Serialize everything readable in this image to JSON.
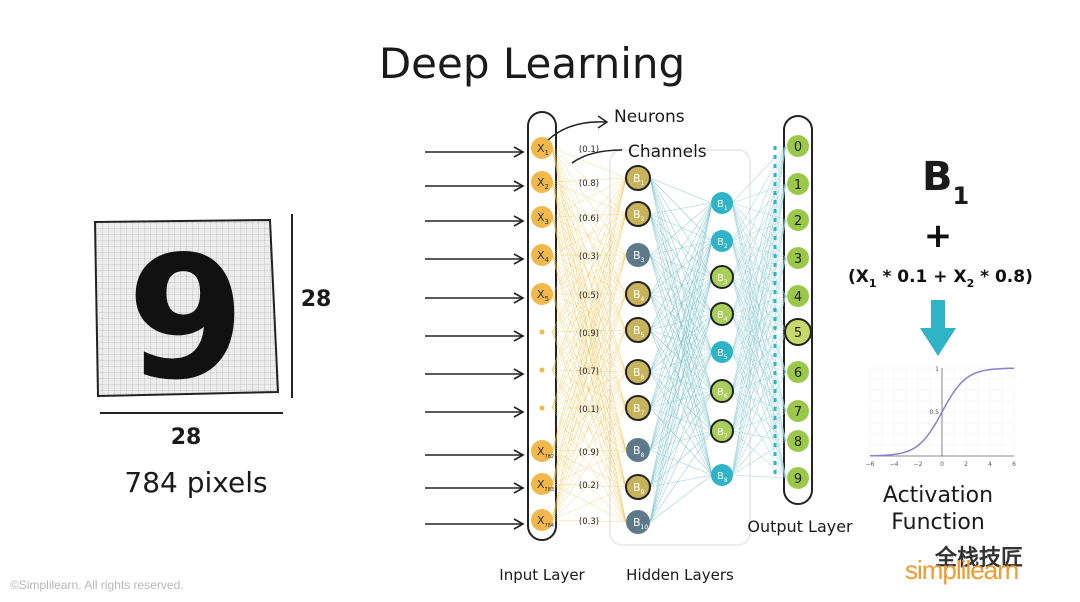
{
  "title": "Deep Learning",
  "digit_panel": {
    "digit": "9",
    "height_label": "28",
    "width_label": "28",
    "pixels_label": "784 pixels"
  },
  "annotations": {
    "neurons": "Neurons",
    "channels": "Channels"
  },
  "input_layer": {
    "label": "Input Layer",
    "nodes": [
      {
        "name": "X",
        "sub": "1"
      },
      {
        "name": "X",
        "sub": "2"
      },
      {
        "name": "X",
        "sub": "3"
      },
      {
        "name": "X",
        "sub": "4"
      },
      {
        "name": "X",
        "sub": "5"
      },
      {
        "name": "",
        "sub": ""
      },
      {
        "name": "",
        "sub": ""
      },
      {
        "name": "",
        "sub": ""
      },
      {
        "name": "X",
        "sub": "782"
      },
      {
        "name": "X",
        "sub": "783"
      },
      {
        "name": "X",
        "sub": "784"
      }
    ],
    "weights": [
      "(0.1)",
      "(0.8)",
      "(0.6)",
      "(0.3)",
      "(0.5)",
      "(0.9)",
      "(0.7)",
      "(0.1)",
      "(0.9)",
      "(0.2)",
      "(0.3)"
    ]
  },
  "hidden_layer_1": {
    "nodes": [
      {
        "sub": "1",
        "style": "olive"
      },
      {
        "sub": "2",
        "style": "olive"
      },
      {
        "sub": "3",
        "style": "slate"
      },
      {
        "sub": "4",
        "style": "olive"
      },
      {
        "sub": "5",
        "style": "olive"
      },
      {
        "sub": "6",
        "style": "olive"
      },
      {
        "sub": "7",
        "style": "olive"
      },
      {
        "sub": "8",
        "style": "slate"
      },
      {
        "sub": "9",
        "style": "olive"
      },
      {
        "sub": "10",
        "style": "slate"
      }
    ]
  },
  "hidden_layer_2": {
    "nodes": [
      {
        "sub": "1",
        "style": "teal"
      },
      {
        "sub": "2",
        "style": "teal"
      },
      {
        "sub": "3",
        "style": "green"
      },
      {
        "sub": "4",
        "style": "green"
      },
      {
        "sub": "5",
        "style": "teal"
      },
      {
        "sub": "6",
        "style": "green"
      },
      {
        "sub": "7",
        "style": "green"
      },
      {
        "sub": "8",
        "style": "teal"
      }
    ]
  },
  "hidden_label": "Hidden Layers",
  "output_layer": {
    "label": "Output Layer",
    "nodes": [
      "0",
      "1",
      "2",
      "3",
      "4",
      "5",
      "6",
      "7",
      "8",
      "9"
    ],
    "highlighted": "5"
  },
  "formula": {
    "node": "B",
    "node_sub": "1",
    "plus": "+",
    "open": "(X",
    "sub1": "1",
    "mid1": " * 0.1  + X",
    "sub2": "2",
    "end": " * 0.8)"
  },
  "activation": {
    "label_line1": "Activation",
    "label_line2": "Function",
    "x_ticks": [
      "−6",
      "−4",
      "−2",
      "0",
      "2",
      "4",
      "6"
    ],
    "y_ticks": [
      "1",
      "0.5"
    ]
  },
  "footer": "©Simplilearn. All rights reserved.",
  "brand": "simplilearn",
  "watermark": "全栈技匠",
  "colors": {
    "input_node": "#f2b84b",
    "olive_node": "#c9b25c",
    "slate_node": "#5e7a8a",
    "teal_node": "#2fb3c6",
    "green_node": "#a9cf5b",
    "output_node": "#9cc84a",
    "arrow": "#2fb3c6",
    "sigmoid": "#8b7fd4"
  }
}
